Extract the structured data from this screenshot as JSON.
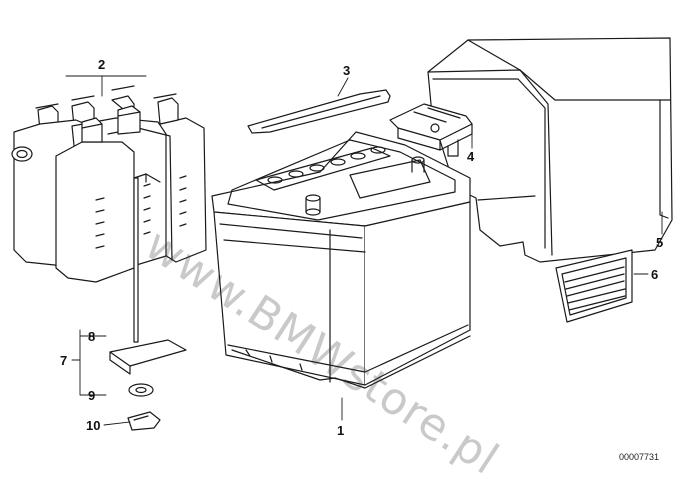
{
  "diagram": {
    "callouts": [
      {
        "id": "1",
        "text": "1"
      },
      {
        "id": "2",
        "text": "2"
      },
      {
        "id": "3",
        "text": "3"
      },
      {
        "id": "4",
        "text": "4"
      },
      {
        "id": "5",
        "text": "5"
      },
      {
        "id": "6",
        "text": "6"
      },
      {
        "id": "7",
        "text": "7"
      },
      {
        "id": "8",
        "text": "8"
      },
      {
        "id": "9",
        "text": "9"
      },
      {
        "id": "10",
        "text": "10"
      }
    ],
    "watermark": "www.BMWstore.pl",
    "drawing_number": "00007731"
  }
}
